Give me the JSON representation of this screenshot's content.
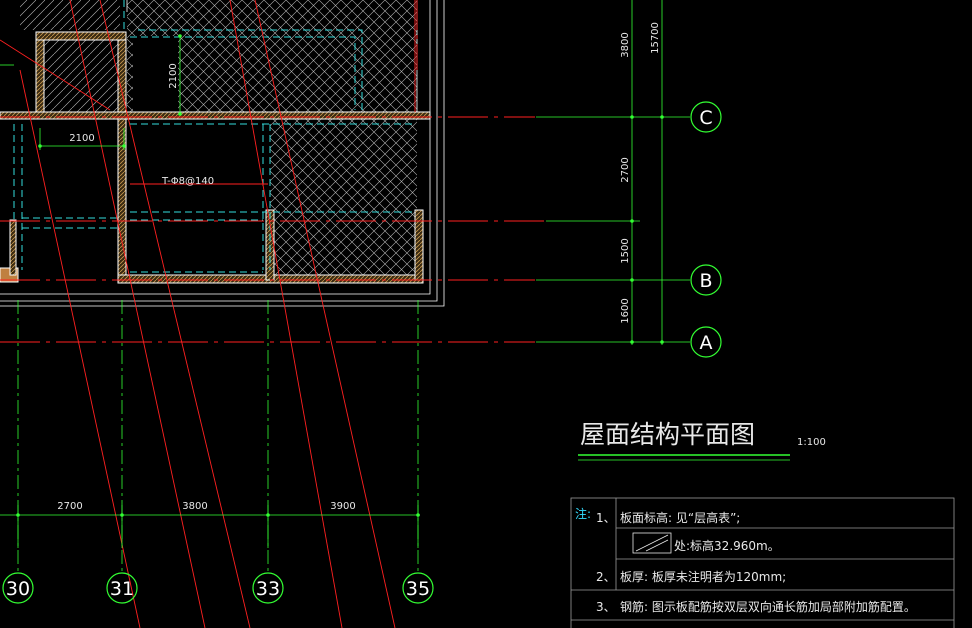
{
  "drawing": {
    "title": "屋面结构平面图",
    "scale": "1:100",
    "grid_rows": [
      "C",
      "B",
      "A"
    ],
    "grid_cols": [
      "30",
      "31",
      "33",
      "35"
    ],
    "vertical_dims": {
      "total": "15700",
      "segments": [
        "3800",
        "2700",
        "1500",
        "1600"
      ]
    },
    "horizontal_dims": [
      "2700",
      "3800",
      "3900"
    ],
    "plan_dims": {
      "room_depth": "2100",
      "room_width": "2100"
    },
    "beam_label": "T-Φ8@140"
  },
  "notes": {
    "heading": "注:",
    "items": [
      {
        "num": "1、",
        "text": "板面标高: 见“层高表”;"
      },
      {
        "num": "",
        "text": "处:标高32.960m。"
      },
      {
        "num": "2、",
        "text": "板厚: 板厚未注明者为120mm;"
      },
      {
        "num": "3、",
        "text": "钢筋: 图示板配筋按双层双向通长筋加局部附加筋配置。"
      }
    ]
  },
  "colors": {
    "background": "#000000",
    "grid_line": "#ff2020",
    "dimension": "#33ff33",
    "wall": "#ffffff",
    "hidden_beam": "#33dddd",
    "hatch": "#b4b4b4",
    "bubble": "#33ff33"
  }
}
